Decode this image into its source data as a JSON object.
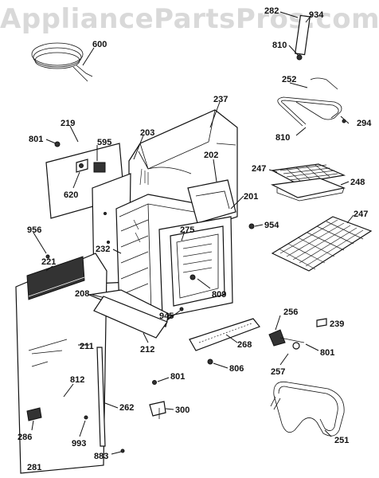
{
  "watermark": "AppliancePartsPros.com",
  "callouts": {
    "c600": "600",
    "c282": "282",
    "c934": "934",
    "c810a": "810",
    "c252": "252",
    "c810b": "810",
    "c294": "294",
    "c237": "237",
    "c219": "219",
    "c801a": "801",
    "c203": "203",
    "c595": "595",
    "c620": "620",
    "c202": "202",
    "c201": "201",
    "c247a": "247",
    "c248": "248",
    "c247b": "247",
    "c956": "956",
    "c954": "954",
    "c275": "275",
    "c232": "232",
    "c221": "221",
    "c208": "208",
    "c809": "809",
    "c945": "945",
    "c256": "256",
    "c239": "239",
    "c212": "212",
    "c211": "211",
    "c268": "268",
    "c801b": "801",
    "c257": "257",
    "c806": "806",
    "c812": "812",
    "c801c": "801",
    "c262": "262",
    "c300": "300",
    "c286": "286",
    "c993": "993",
    "c883": "883",
    "c251": "251",
    "c281": "281"
  }
}
